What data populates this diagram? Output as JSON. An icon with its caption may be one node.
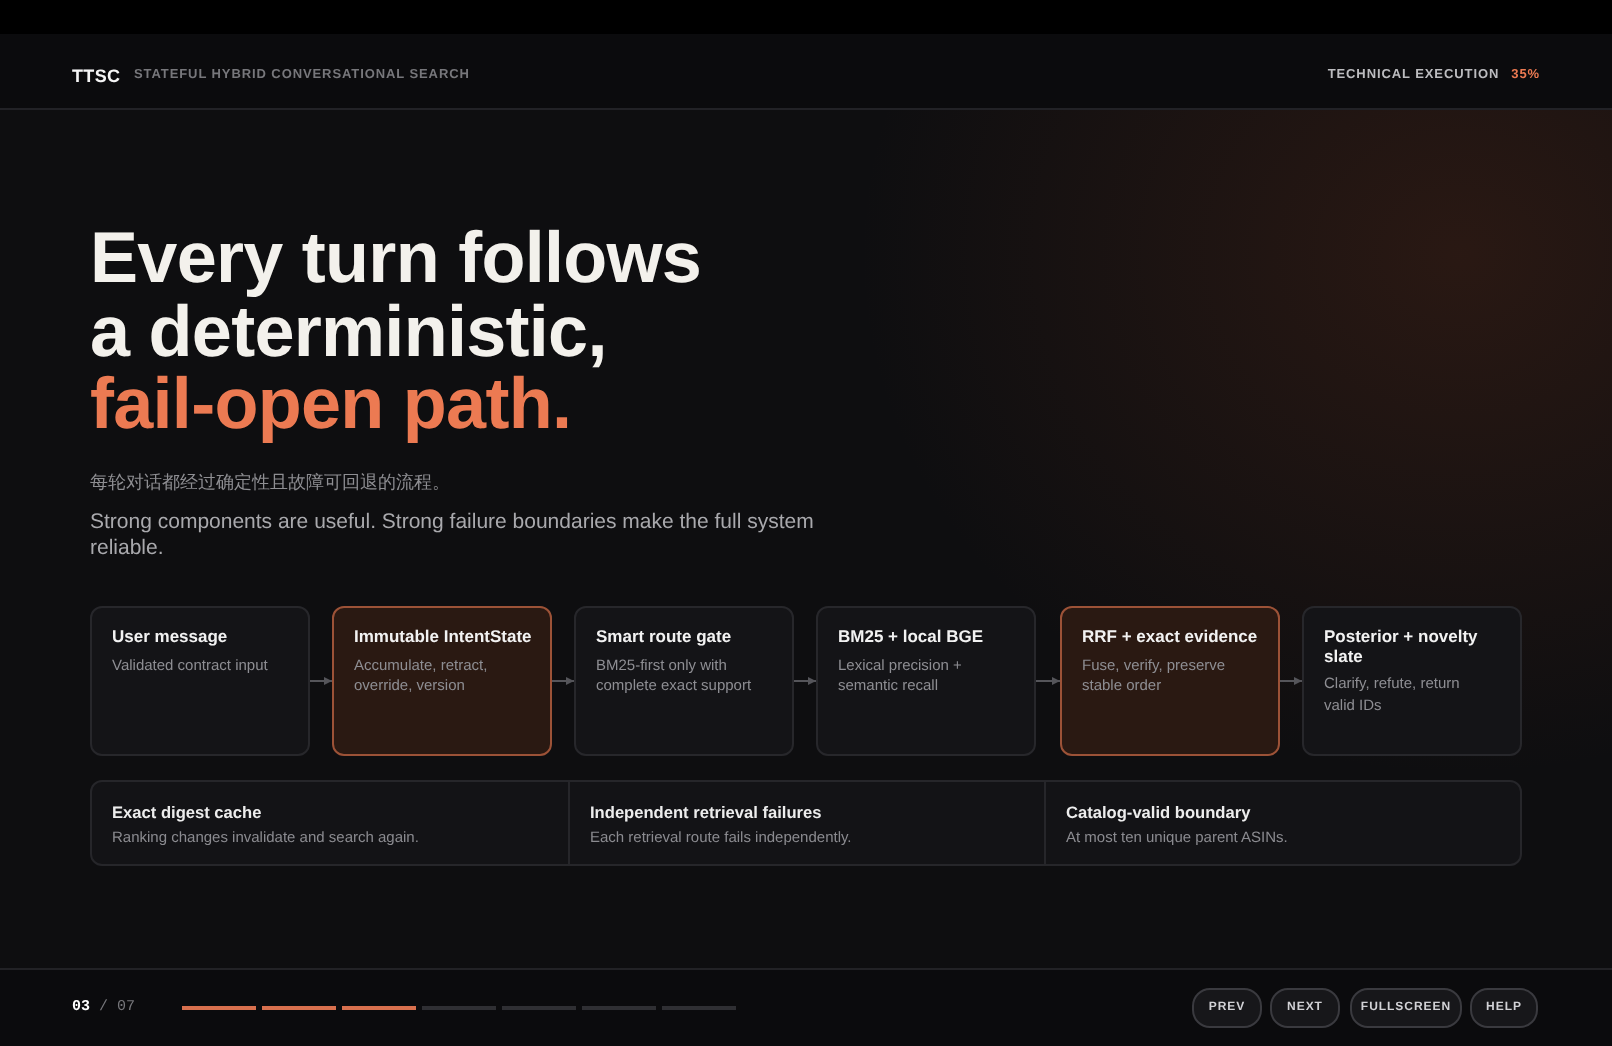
{
  "diagram": {
    "title": "Every turn follows a deterministic, *fail-open path.*",
    "nodes": [
      {
        "text": [
          "User message",
          "Validated contract input"
        ]
      },
      {
        "text": [
          "Immutable IntentState",
          "Accumulate, retract, override, version"
        ]
      },
      {
        "text": [
          "Smart route gate",
          "BM25-first only with complete exact support"
        ]
      },
      {
        "text": [
          "BM25 + local BGE",
          "Lexical precision + semantic recall"
        ]
      },
      {
        "text": [
          "RRF + exact evidence",
          "Fuse, verify, preserve stable order"
        ]
      },
      {
        "text": [
          "Posterior + novelty slate",
          "Clarify, refute, return valid IDs"
        ]
      },
      {
        "text": [],
        "shape": "box"
      },
      {
        "text": [
          "Exact digest cache",
          "Ranking changes invalidate and search again."
        ],
        "in": 6
      },
      {
        "text": [
          "Independent retrieval failures",
          "Each retrieval route fails independently."
        ],
        "in": 6
      },
      {
        "text": [
          "Catalog-valid boundary",
          "At most ten unique parent ASINs."
        ],
        "in": 6
      }
    ],
    "edges": [
      {
        "from": 0,
        "to": 1,
        "arrow": "to"
      },
      {
        "from": 1,
        "to": 2,
        "arrow": "to"
      },
      {
        "from": 2,
        "to": 3,
        "arrow": "to"
      },
      {
        "from": 3,
        "to": 4,
        "arrow": "to"
      },
      {
        "from": 4,
        "to": 5,
        "arrow": "to"
      }
    ],
    "labels": [
      "TTSC",
      "STATEFUL HYBRID CONVERSATIONAL SEARCH",
      "TECHNICAL EXECUTION",
      "35%",
      "每轮对话都经过确定性且故障可回退的流程。",
      "Strong components are useful. Strong failure boundaries make the full system reliable.",
      "**03** / 07",
      "PREV",
      "NEXT",
      "FULLSCREEN",
      "HELP"
    ]
  }
}
